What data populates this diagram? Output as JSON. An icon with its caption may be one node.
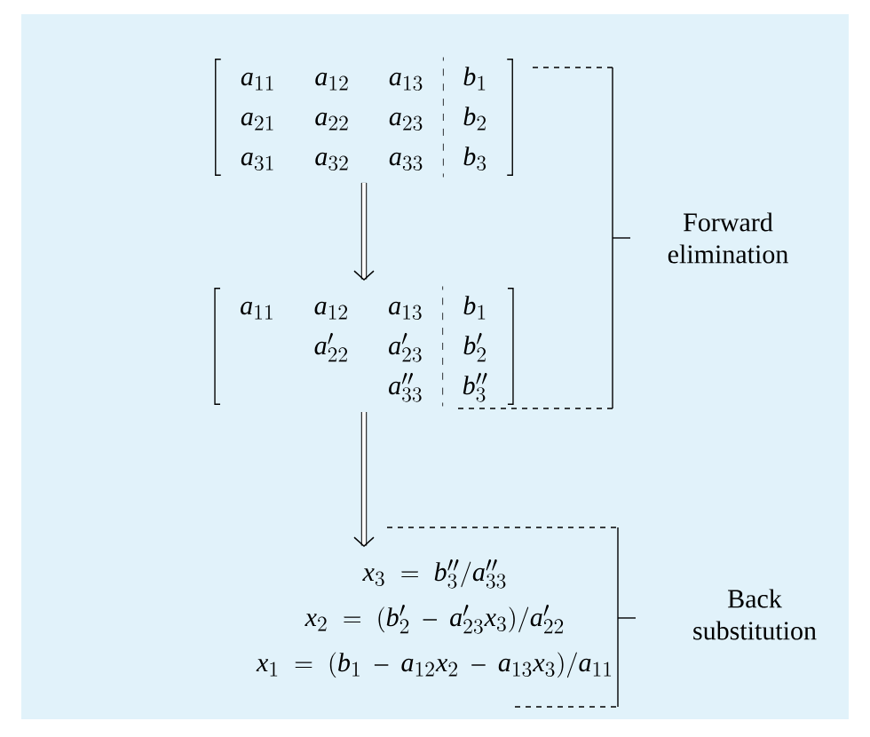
{
  "diagram": {
    "nodes": [
      {
        "text": [
          "\\left[\\begin{array}{ccc:c} a_{11} & a_{12} & a_{13} & b_1 \\\\ a_{21} & a_{22} & a_{23} & b_2 \\\\ a_{31} & a_{32} & a_{33} & b_3 \\end{array}\\right]"
        ]
      },
      {
        "text": [
          "\\left[\\begin{array}{ccc:c} a_{11} & a_{12} & a_{13} & b_1 \\\\ & a'_{22} & a'_{23} & b'_2 \\\\ & & a''_{33} & b''_3 \\end{array}\\right]"
        ]
      },
      {
        "text": [
          "x_3 \\;=\\; b''_3 \\big/ a''_{33}",
          "x_2 \\;=\\; (b'_2 \\;-\\; a'_{23}x_3) \\big/ a'_{22}",
          "x_1 \\;=\\; (b_1 \\;-\\; a_{12}x_2 \\;-\\; a_{13}x_3) \\big/ a_{11}"
        ]
      },
      {
        "text": [
          "Forward elimination"
        ]
      },
      {
        "text": [
          "Back substitution"
        ]
      }
    ],
    "edges": [
      {
        "from": 0,
        "to": 1,
        "arrow": "to"
      },
      {
        "from": 1,
        "to": 2,
        "arrow": "to"
      }
    ]
  }
}
